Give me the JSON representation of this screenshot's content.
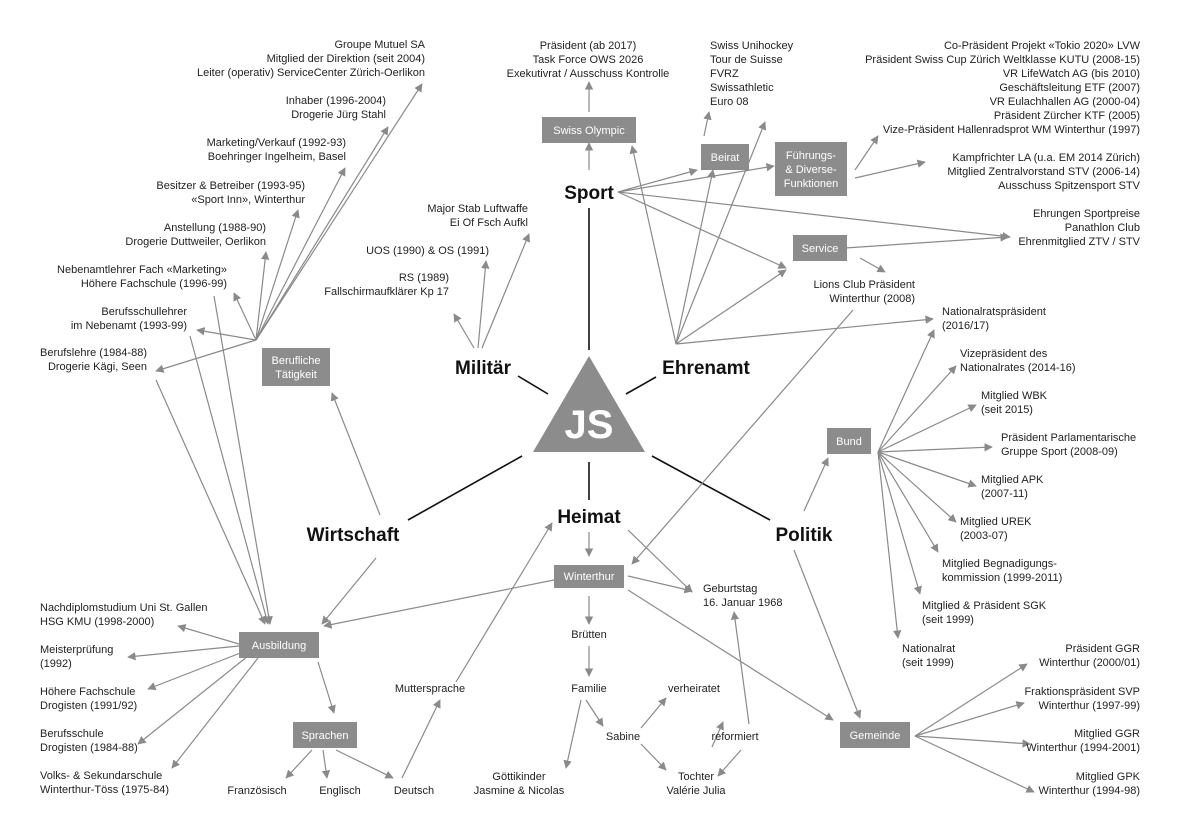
{
  "center": {
    "initials": "JS"
  },
  "hubs": {
    "sport": "Sport",
    "militaer": "Militär",
    "ehrenamt": "Ehrenamt",
    "wirtschaft": "Wirtschaft",
    "heimat": "Heimat",
    "politik": "Politik"
  },
  "boxes": {
    "swiss_olympic": [
      "Swiss Olympic"
    ],
    "beirat": [
      "Beirat"
    ],
    "fuehrung": [
      "Führungs-",
      "& Diverse-",
      "Funktionen"
    ],
    "service": [
      "Service"
    ],
    "berufliche": [
      "Berufliche",
      "Tätigkeit"
    ],
    "ausbildung": [
      "Ausbildung"
    ],
    "sprachen": [
      "Sprachen"
    ],
    "winterthur": [
      "Winterthur"
    ],
    "bund": [
      "Bund"
    ],
    "gemeinde": [
      "Gemeinde"
    ]
  },
  "texts": {
    "olympic_roles": [
      "Präsident (ab 2017)",
      "Task Force OWS 2026",
      "Exekutivrat  / Ausschuss Kontrolle"
    ],
    "beirat_list": [
      "Swiss Unihockey",
      "Tour de Suisse",
      "FVRZ",
      "Swissathletic",
      "Euro 08"
    ],
    "fuehrung_a": [
      "Co-Präsident Projekt «Tokio 2020» LVW",
      "Präsident Swiss Cup Zürich Weltklasse KUTU (2008-15)",
      "VR LifeWatch AG (bis 2010)",
      "Geschäftsleitung ETF (2007)",
      "VR Eulachhallen AG (2000-04)",
      "Präsident Zürcher KTF (2005)",
      "Vize-Präsident Hallenradsprot WM Winterthur (1997)"
    ],
    "fuehrung_b": [
      "Kampfrichter LA (u.a. EM 2014 Zürich)",
      "Mitglied Zentralvorstand STV (2006-14)",
      "Ausschuss Spitzensport STV"
    ],
    "ehrungen": [
      "Ehrungen Sportpreise",
      "Panathlon Club",
      "Ehrenmitglied ZTV / STV"
    ],
    "lions": [
      "Lions Club Präsident",
      "Winterthur (2008)"
    ],
    "mil_stab": [
      "Major Stab Luftwaffe",
      "Ei Of Fsch Aufkl"
    ],
    "mil_uos": [
      "UOS (1990) & OS (1991)"
    ],
    "mil_rs": [
      "RS (1989)",
      "Fallschirmaufklärer Kp 17"
    ],
    "groupe": [
      "Groupe Mutuel SA",
      "Mitglied der Direktion (seit 2004)",
      "Leiter (operativ) ServiceCenter Zürich-Oerlikon"
    ],
    "inhaber": [
      "Inhaber (1996-2004)",
      "Drogerie Jürg Stahl"
    ],
    "marketing": [
      "Marketing/Verkauf (1992-93)",
      "Boehringer Ingelheim, Basel"
    ],
    "besitzer": [
      "Besitzer & Betreiber (1993-95)",
      "«Sport Inn», Winterthur"
    ],
    "anstellung": [
      "Anstellung (1988-90)",
      "Drogerie Duttweiler, Oerlikon"
    ],
    "nebenamt_lehrer": [
      "Nebenamtlehrer Fach «Marketing»",
      "Höhere Fachschule (1996-99)"
    ],
    "berufsschullehrer": [
      "Berufsschullehrer",
      "im Nebenamt (1993-99)"
    ],
    "berufslehre": [
      "Berufslehre (1984-88)",
      "Drogerie Kägi, Seen"
    ],
    "nachdiplom": [
      "Nachdiplomstudium Uni St. Gallen",
      "HSG KMU (1998-2000)"
    ],
    "meister": [
      "Meisterprüfung",
      "(1992)"
    ],
    "hoehere": [
      "Höhere Fachschule",
      "Drogisten (1991/92)"
    ],
    "berufsschule": [
      "Berufsschule",
      "Drogisten (1984-88)"
    ],
    "volks": [
      "Volks- & Sekundarschule",
      "Winterthur-Töss (1975-84)"
    ],
    "franz": [
      "Französisch"
    ],
    "englisch": [
      "Englisch"
    ],
    "deutsch": [
      "Deutsch"
    ],
    "mutter": [
      "Muttersprache"
    ],
    "bruetten": [
      "Brütten"
    ],
    "familie": [
      "Familie"
    ],
    "sabine": [
      "Sabine"
    ],
    "goetti": [
      "Göttikinder",
      "Jasmine & Nicolas"
    ],
    "verheiratet": [
      "verheiratet"
    ],
    "reformiert": [
      "reformiert"
    ],
    "tochter": [
      "Tochter",
      "Valérie Julia"
    ],
    "geburt": [
      "Geburtstag",
      "16. Januar 1968"
    ],
    "nrp": [
      "Nationalratspräsident",
      "(2016/17)"
    ],
    "vizep": [
      "Vizepräsident des",
      "Nationalrates (2014-16)"
    ],
    "wbk": [
      "Mitglied WBK",
      "(seit 2015)"
    ],
    "parlsport": [
      "Präsident Parlamentarische",
      "Gruppe Sport (2008-09)"
    ],
    "apk": [
      "Mitglied APK",
      "(2007-11)"
    ],
    "urek": [
      "Mitglied UREK",
      "(2003-07)"
    ],
    "begnad": [
      "Mitglied Begnadigungs-",
      "kommission (1999-2011)"
    ],
    "sgk": [
      "Mitglied & Präsident SGK",
      "(seit 1999)"
    ],
    "nationalrat": [
      "Nationalrat",
      "(seit 1999)"
    ],
    "ggr_p": [
      "Präsident GGR",
      "Winterthur (2000/01)"
    ],
    "svp": [
      "Fraktionspräsident SVP",
      "Winterthur (1997-99)"
    ],
    "ggr_m": [
      "Mitglied GGR",
      "Winterthur (1994-2001)"
    ],
    "gpk": [
      "Mitglied GPK",
      "Winterthur (1994-98)"
    ]
  }
}
